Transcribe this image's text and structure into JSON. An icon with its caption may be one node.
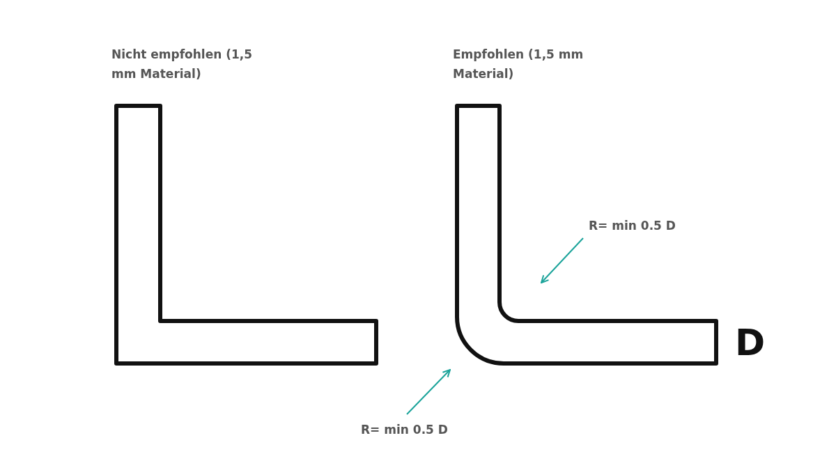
{
  "diagram": {
    "nodes": [
      {
        "text": [
          "Nicht empfohlen (1,5 mm Material)"
        ]
      },
      {
        "text": [
          "Empfohlen (1,5 mm Material)"
        ]
      },
      {
        "text": [
          "R= min 0.5 D"
        ]
      },
      {
        "text": [
          "R= min 0.5 D"
        ]
      }
    ],
    "edges": [
      {
        "from": 2,
        "to": null,
        "arrow": "to"
      },
      {
        "from": 3,
        "to": null,
        "arrow": "to"
      }
    ],
    "labels": [
      "D"
    ]
  }
}
